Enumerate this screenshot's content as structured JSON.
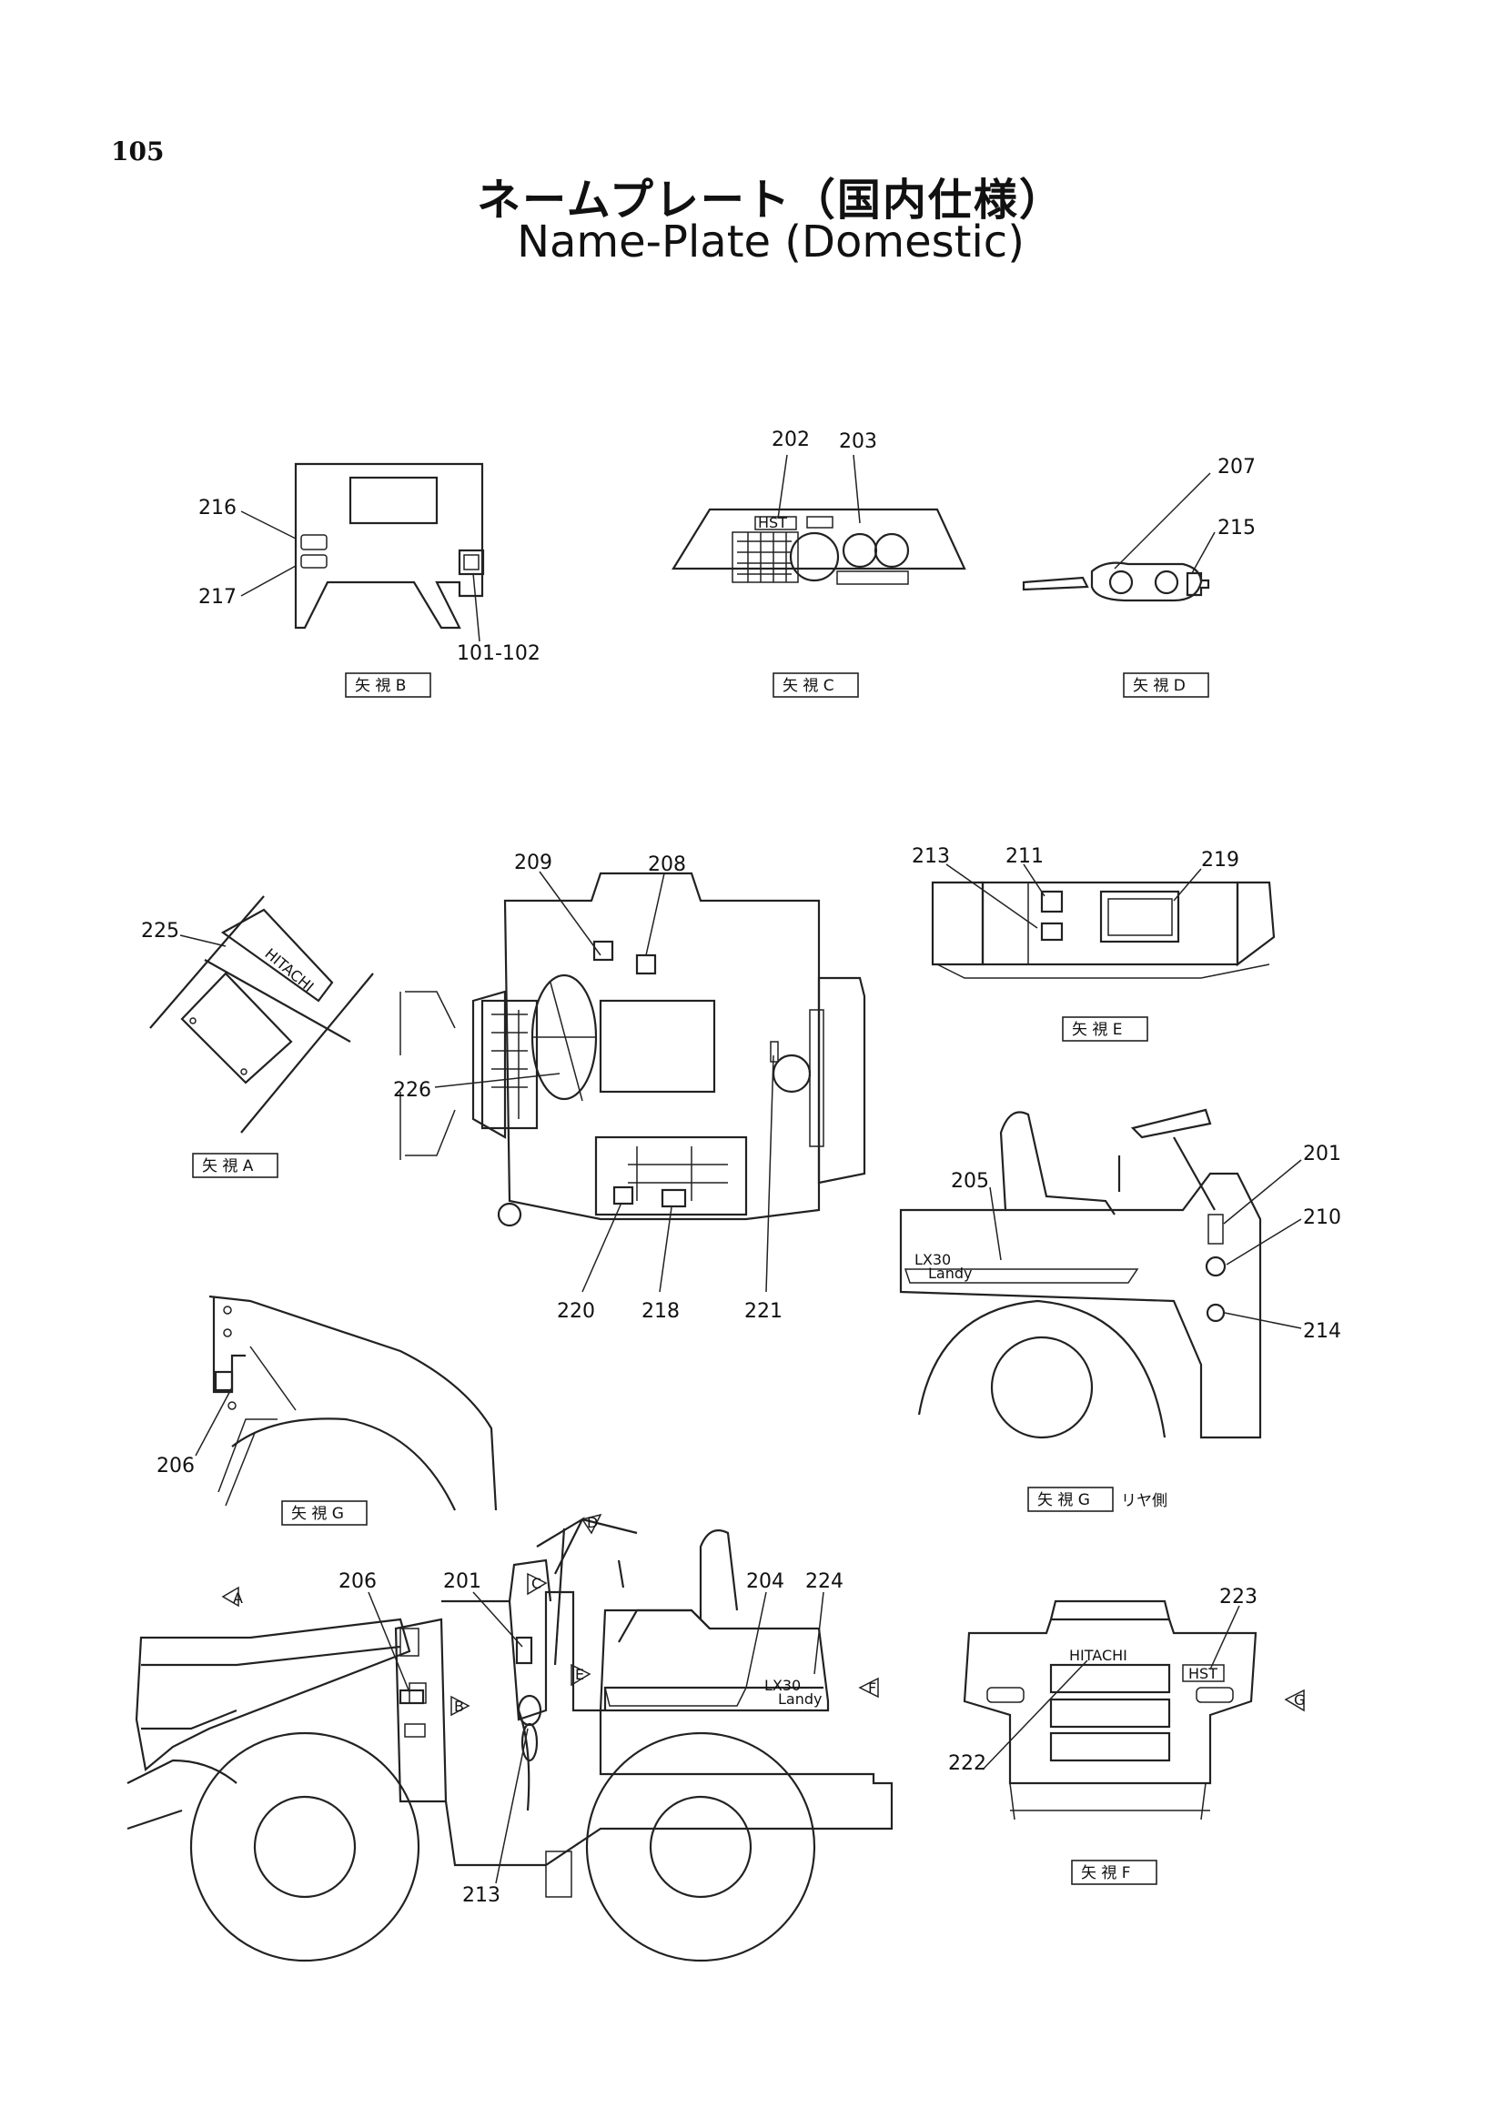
{
  "page_number": "105",
  "title_jp": "ネームプレート（国内仕様）",
  "title_en": "Name-Plate (Domestic)",
  "views": {
    "A": "矢 視  A",
    "B": "矢 視  B",
    "C": "矢 視  C",
    "D": "矢 視  D",
    "E": "矢 視  E",
    "F": "矢 視  F",
    "G1": "矢 視  G",
    "G2": "矢 視  G",
    "G2_suffix": "リヤ側"
  },
  "arrows": {
    "A": "A",
    "B": "B",
    "C": "C",
    "D": "D",
    "E": "E",
    "F": "F",
    "G": "G"
  },
  "parts": {
    "p216": "216",
    "p217": "217",
    "p101_102": "101-102",
    "p202": "202",
    "p203": "203",
    "p207": "207",
    "p215": "215",
    "p225": "225",
    "p209": "209",
    "p208": "208",
    "p226": "226",
    "p220": "220",
    "p218": "218",
    "p221": "221",
    "p213e": "213",
    "p211": "211",
    "p219": "219",
    "p205": "205",
    "p201r": "201",
    "p210": "210",
    "p214": "214",
    "p206g": "206",
    "p206": "206",
    "p201": "201",
    "p204": "204",
    "p224": "224",
    "p213": "213",
    "p223": "223",
    "p222": "222"
  },
  "plate_text": {
    "hitachi_rear": "HITACHI",
    "lx30_side": "LX30",
    "landy_side": "Landy",
    "lx30_right": "LX30",
    "landy_right": "Landy",
    "hst_dash": "HST",
    "hst_rear": "HST"
  }
}
